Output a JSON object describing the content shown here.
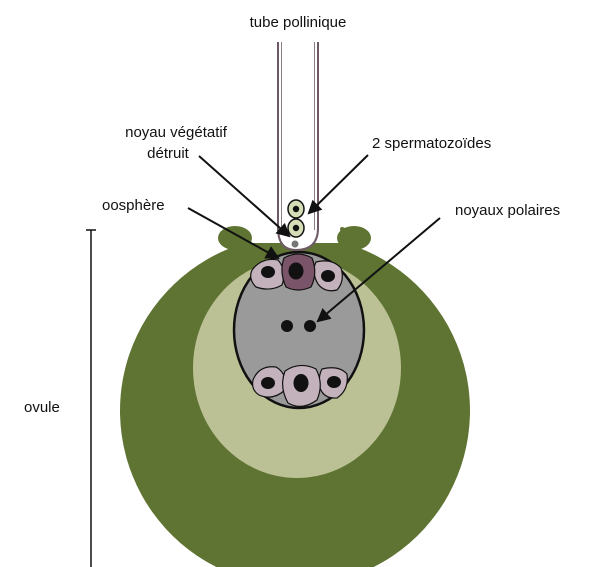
{
  "labels": {
    "tube": "tube pollinique",
    "noyau_vegetatif_line1": "noyau végétatif",
    "noyau_vegetatif_line2": "détruit",
    "spermatozoides": "2 spermatozoïdes",
    "oosphere": "oosphère",
    "noyaux_polaires": "noyaux polaires",
    "ovule": "ovule"
  },
  "colors": {
    "ovule_outer": "#5f7433",
    "ovule_inner": "#bbc195",
    "embryo_sac": "#9a9a9a",
    "cell_fill": "#c3b2bb",
    "oosphere_fill": "#7a5468",
    "tube_stroke": "#6e5a66",
    "sperm_fill": "#d5ddb6",
    "nucleus": "#111111"
  }
}
